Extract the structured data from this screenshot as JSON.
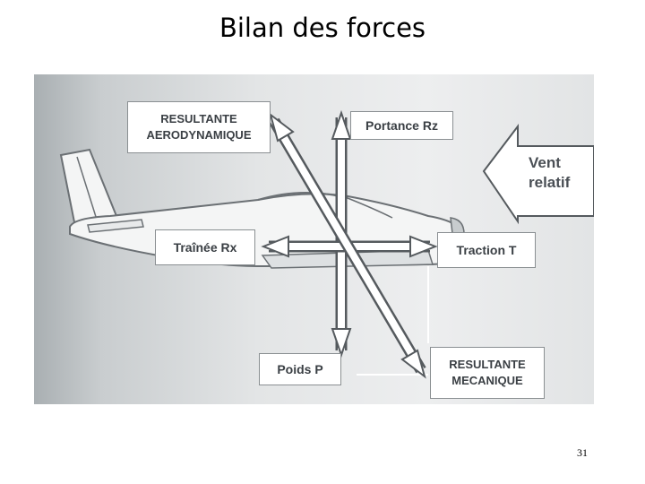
{
  "slide": {
    "title": "Bilan des forces",
    "page_number": "31"
  },
  "diagram": {
    "labels": {
      "resultante_aero_line1": "RESULTANTE",
      "resultante_aero_line2": "AERODYNAMIQUE",
      "portance": "Portance Rz",
      "vent_line1": "Vent",
      "vent_line2": "relatif",
      "trainee": "Traînée Rx",
      "traction": "Traction T",
      "poids": "Poids P",
      "resultante_meca_line1": "RESULTANTE",
      "resultante_meca_line2": "MECANIQUE"
    },
    "colors": {
      "arrow_fill": "#ffffff",
      "arrow_stroke": "#555a5e",
      "airplane_fill": "#f4f5f5",
      "airplane_stroke": "#6b7074",
      "label_text": "#3a3f44"
    }
  }
}
